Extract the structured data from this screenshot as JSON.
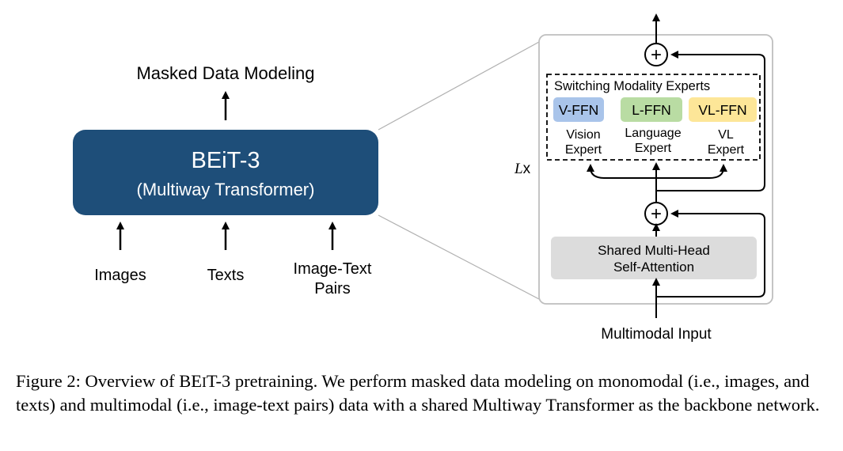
{
  "left": {
    "output_label": "Masked Data Modeling",
    "model_title": "BEiT-3",
    "model_subtitle": "(Multiway Transformer)",
    "inputs": [
      {
        "lines": [
          "Images"
        ]
      },
      {
        "lines": [
          "Texts"
        ]
      },
      {
        "lines": [
          "Image-Text",
          "Pairs"
        ]
      }
    ]
  },
  "block": {
    "repeat_label": "L",
    "repeat_suffix": "x",
    "experts_title": "Switching Modality Experts",
    "experts": [
      {
        "name": "V-FFN",
        "desc": [
          "Vision",
          "Expert"
        ],
        "color": "#a9c4ea"
      },
      {
        "name": "L-FFN",
        "desc": [
          "Language",
          "Expert"
        ],
        "color": "#b9dca3"
      },
      {
        "name": "VL-FFN",
        "desc": [
          "VL",
          "Expert"
        ],
        "color": "#fde698"
      }
    ],
    "attention": [
      "Shared Multi-Head",
      "Self-Attention"
    ],
    "input_label": "Multimodal Input",
    "add_symbol": "+"
  },
  "colors": {
    "model_fill": "#1e4e79",
    "attention_fill": "#dcdcdc",
    "block_border": "#bfbfbf"
  },
  "caption": {
    "prefix": "Figure 2:  Overview of BE",
    "smallcaps": "I",
    "rest": "T-3 pretraining. We perform masked data modeling on monomodal (i.e., images, and texts) and multimodal (i.e., image-text pairs) data with a shared Multiway Transformer as the backbone network."
  }
}
